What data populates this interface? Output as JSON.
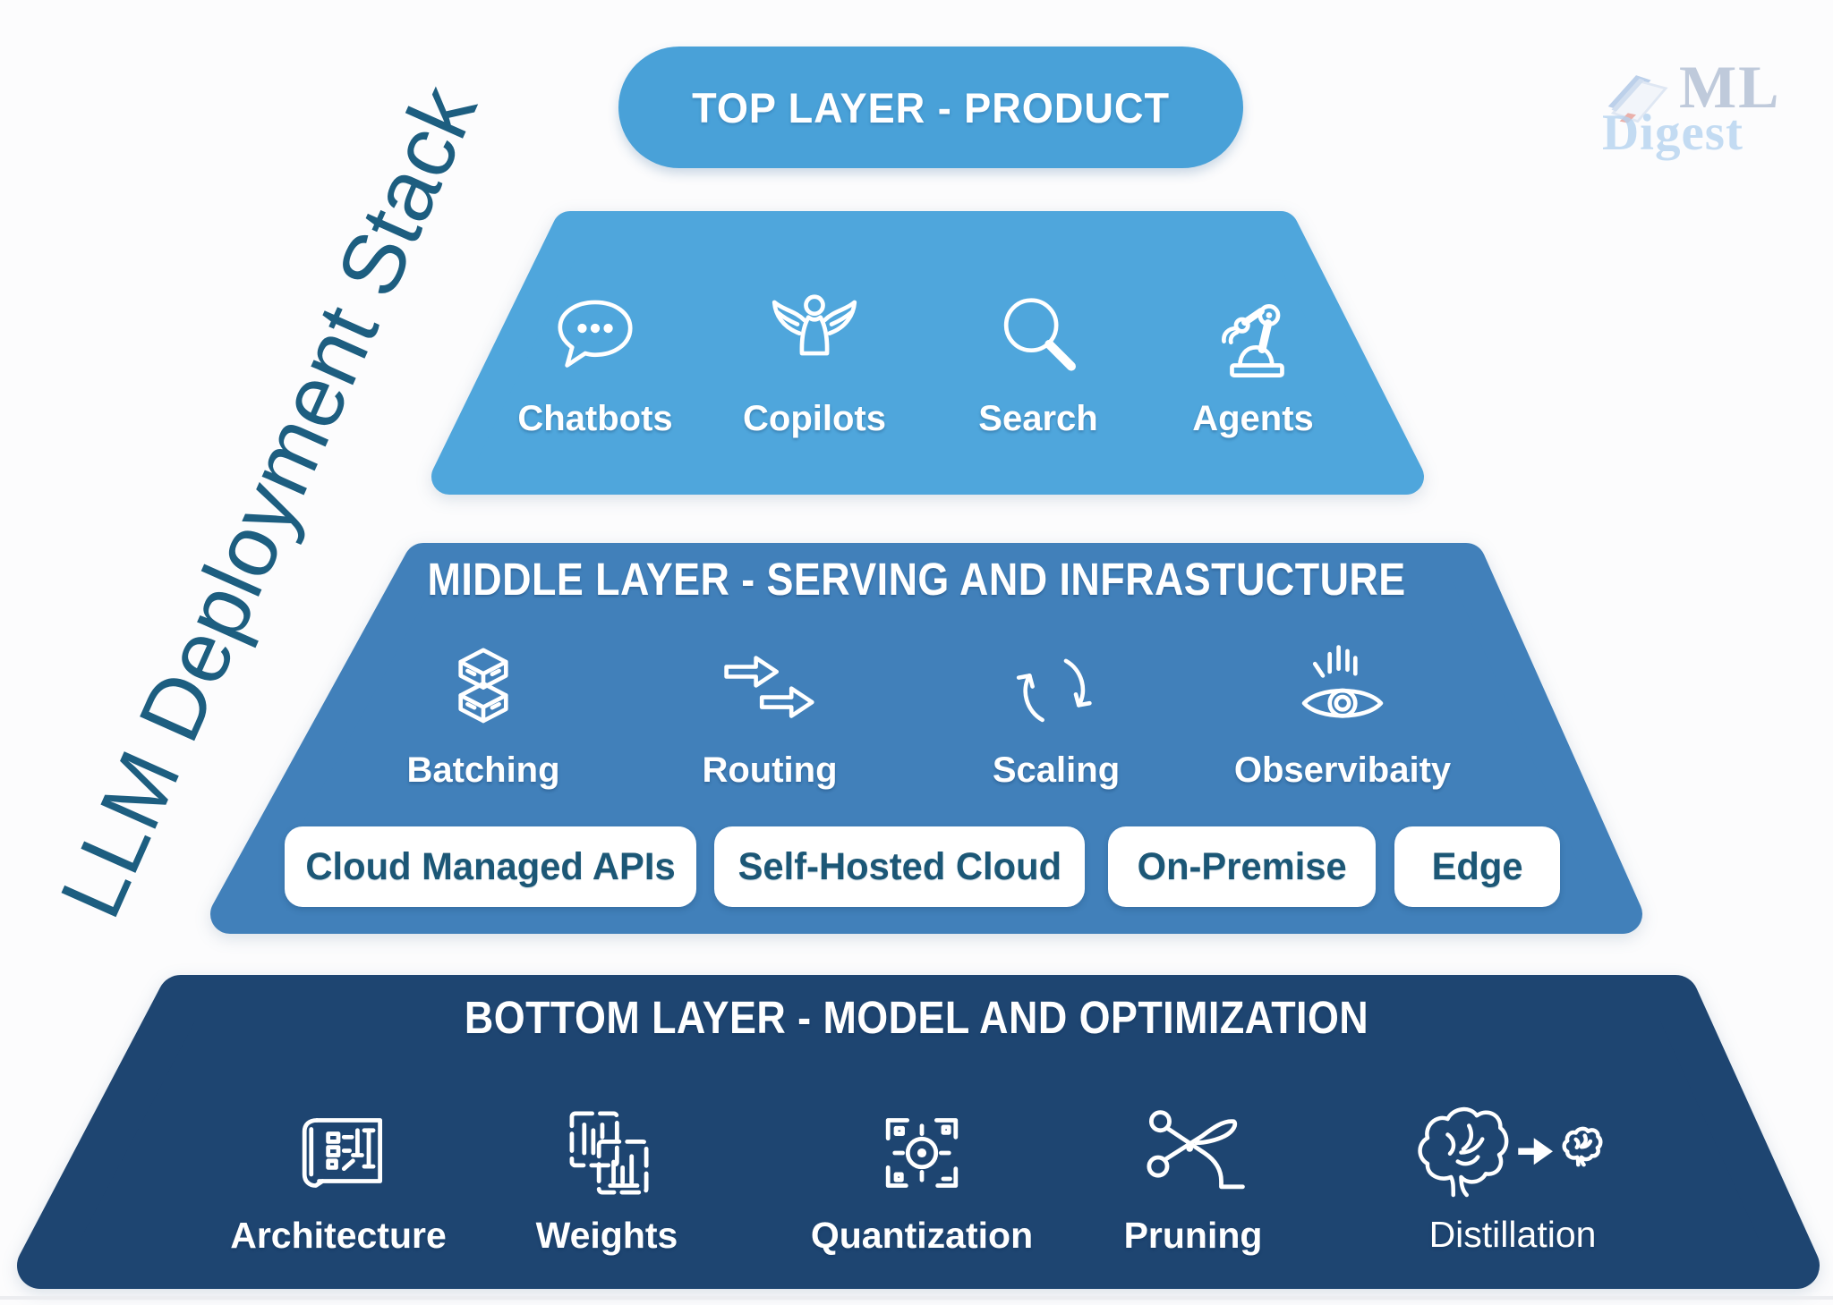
{
  "page": {
    "background": "#fcfcfd"
  },
  "side_title": {
    "text": "LLM Deployment Stack",
    "color": "#1d5e80"
  },
  "watermark": {
    "line1": "ML",
    "line2": "Digest",
    "book_icon": "book-icon",
    "ml_color": "#8fa2c0",
    "digest_color": "#b5d4f0"
  },
  "layers": {
    "top": {
      "title": "TOP LAYER - PRODUCT",
      "pill_color": "#49A1D8",
      "trapezoid_color": "#4FA6DC",
      "items": [
        {
          "label": "Chatbots",
          "icon": "chat-bubble-icon"
        },
        {
          "label": "Copilots",
          "icon": "angel-wings-icon"
        },
        {
          "label": "Search",
          "icon": "magnifier-icon"
        },
        {
          "label": "Agents",
          "icon": "robot-arm-icon"
        }
      ]
    },
    "middle": {
      "title": "MIDDLE LAYER - SERVING AND INFRASTUCTURE",
      "trapezoid_color": "#4180BA",
      "items": [
        {
          "label": "Batching",
          "icon": "stacked-boxes-icon"
        },
        {
          "label": "Routing",
          "icon": "double-arrow-icon"
        },
        {
          "label": "Scaling",
          "icon": "cycle-arrows-icon"
        },
        {
          "label": "Observibaity",
          "icon": "eye-metrics-icon"
        }
      ],
      "pills": [
        "Cloud Managed APIs",
        "Self-Hosted Cloud",
        "On-Premise",
        "Edge"
      ],
      "pill_text_color": "#1C5776"
    },
    "bottom": {
      "title": "BOTTOM LAYER - MODEL AND OPTIMIZATION",
      "trapezoid_color": "#1E4571",
      "items": [
        {
          "label": "Architecture",
          "icon": "blueprint-icon"
        },
        {
          "label": "Weights",
          "icon": "matrix-icon"
        },
        {
          "label": "Quantization",
          "icon": "quantize-grid-icon"
        },
        {
          "label": "Pruning",
          "icon": "scissors-icon"
        },
        {
          "label": "Distillation",
          "icon": "brain-shrink-icon"
        }
      ]
    }
  }
}
